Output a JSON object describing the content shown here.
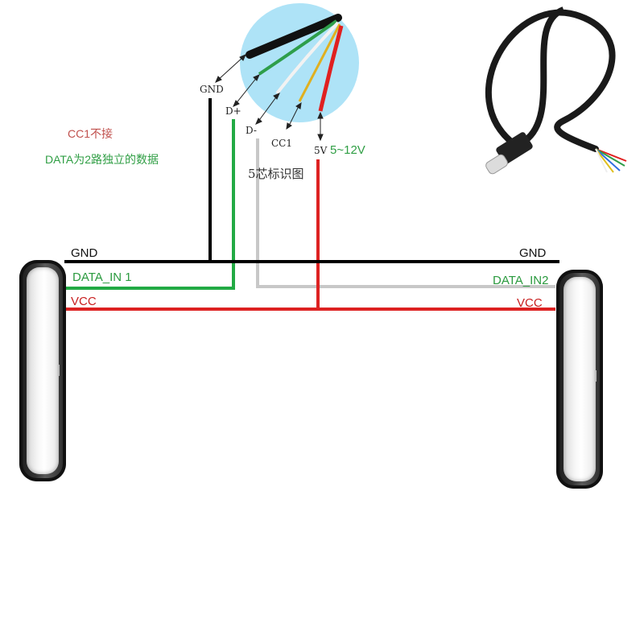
{
  "notes": {
    "cc1": "CC1不接",
    "data": "DATA为2路独立的数据"
  },
  "wire_diagram": {
    "gnd": "GND",
    "dplus": "D+",
    "dminus": "D-",
    "cc1": "CC1",
    "v5": "5V",
    "voltage": "5~12V",
    "title": "5芯标识图"
  },
  "bus": {
    "left_gnd": "GND",
    "right_gnd": "GND",
    "data_in1": "DATA_IN 1",
    "data_in2": "DATA_IN2",
    "left_vcc": "VCC",
    "right_vcc": "VCC"
  },
  "colors": {
    "gnd": "#000000",
    "data1": "#22aa44",
    "data2": "#c8c8c8",
    "vcc": "#dd2222"
  }
}
